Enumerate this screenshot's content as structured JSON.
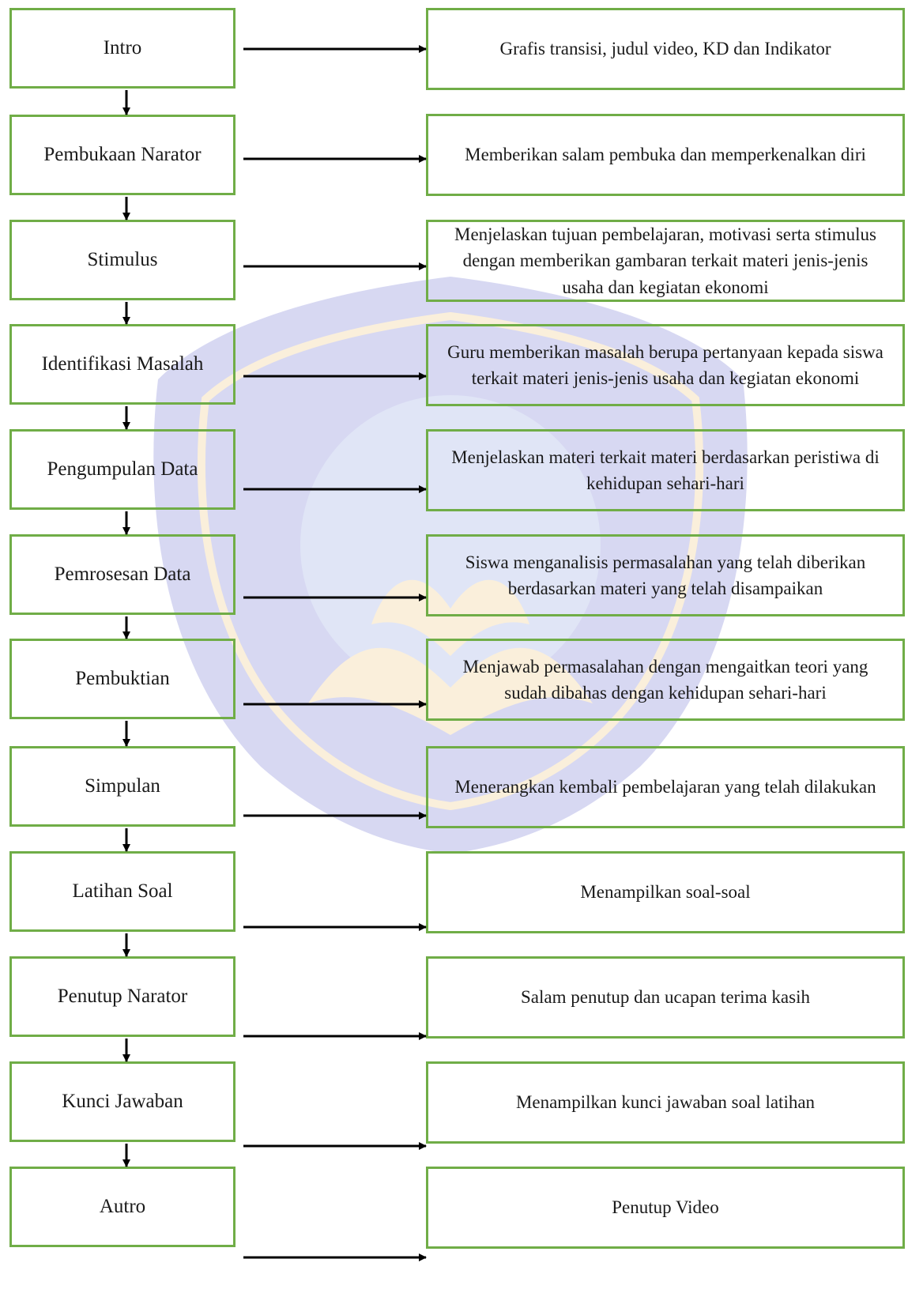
{
  "steps": [
    {
      "label": "Intro",
      "description": "Grafis transisi, judul video, KD dan Indikator"
    },
    {
      "label": "Pembukaan Narator",
      "description": "Memberikan salam pembuka dan memperkenalkan diri"
    },
    {
      "label": "Stimulus",
      "description": "Menjelaskan tujuan pembelajaran, motivasi serta stimulus dengan memberikan gambaran terkait materi jenis-jenis usaha dan kegiatan ekonomi"
    },
    {
      "label": "Identifikasi Masalah",
      "description": "Guru memberikan masalah berupa pertanyaan kepada siswa terkait materi jenis-jenis usaha dan kegiatan ekonomi"
    },
    {
      "label": "Pengumpulan Data",
      "description": "Menjelaskan materi terkait materi berdasarkan peristiwa di kehidupan sehari-hari"
    },
    {
      "label": "Pemrosesan Data",
      "description": "Siswa menganalisis permasalahan yang telah diberikan berdasarkan materi yang telah disampaikan"
    },
    {
      "label": "Pembuktian",
      "description": "Menjawab permasalahan dengan mengaitkan teori yang sudah dibahas dengan kehidupan sehari-hari"
    },
    {
      "label": "Simpulan",
      "description": "Menerangkan kembali pembelajaran yang telah dilakukan"
    },
    {
      "label": "Latihan Soal",
      "description": "Menampilkan soal-soal"
    },
    {
      "label": "Penutup Narator",
      "description": "Salam penutup dan ucapan terima kasih"
    },
    {
      "label": "Kunci Jawaban",
      "description": "Menampilkan kunci jawaban soal latihan"
    },
    {
      "label": "Autro",
      "description": "Penutup Video"
    }
  ],
  "colors": {
    "box_border": "#70ad47",
    "arrow": "#000000",
    "watermark_blue": "#8f92dc",
    "watermark_gold": "#f3d49a"
  }
}
